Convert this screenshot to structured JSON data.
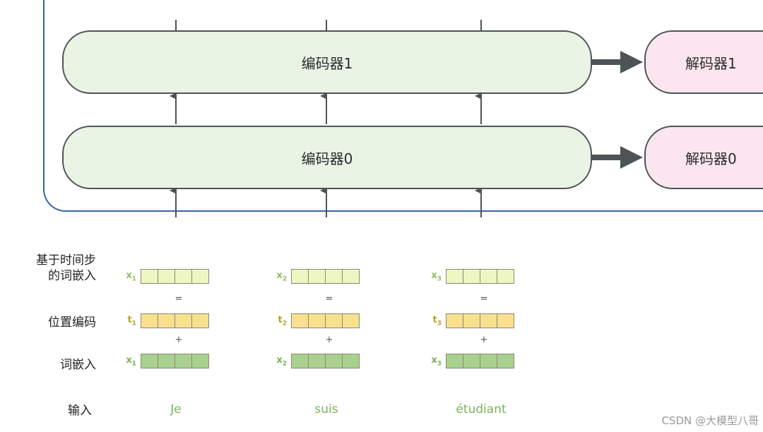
{
  "encoders": [
    {
      "label": "编码器1"
    },
    {
      "label": "编码器0"
    }
  ],
  "decoders": [
    {
      "label": "解码器1"
    },
    {
      "label": "解码器0"
    }
  ],
  "row_labels": {
    "timestep_embedding": "基于时间步\n的词嵌入",
    "positional_encoding": "位置编码",
    "word_embedding": "词嵌入",
    "input": "输入"
  },
  "columns": [
    {
      "embed": "x",
      "pos": "t",
      "sub": "1",
      "word": "Je"
    },
    {
      "embed": "x",
      "pos": "t",
      "sub": "2",
      "word": "suis"
    },
    {
      "embed": "x",
      "pos": "t",
      "sub": "3",
      "word": "étudiant"
    }
  ],
  "operators": {
    "equals": "=",
    "plus": "+"
  },
  "colors": {
    "timestep_cell": "#eef6c4",
    "pos_cell": "#f8e08f",
    "word_cell": "#a9d18e",
    "timestep_label": "#8fbf5a",
    "pos_label": "#b7a231",
    "word_label": "#7fae5b",
    "frame": "#3766a3",
    "encoder_fill": "#e9f4e4",
    "decoder_fill": "#fbe6ef"
  },
  "watermark": "CSDN @大模型八哥"
}
